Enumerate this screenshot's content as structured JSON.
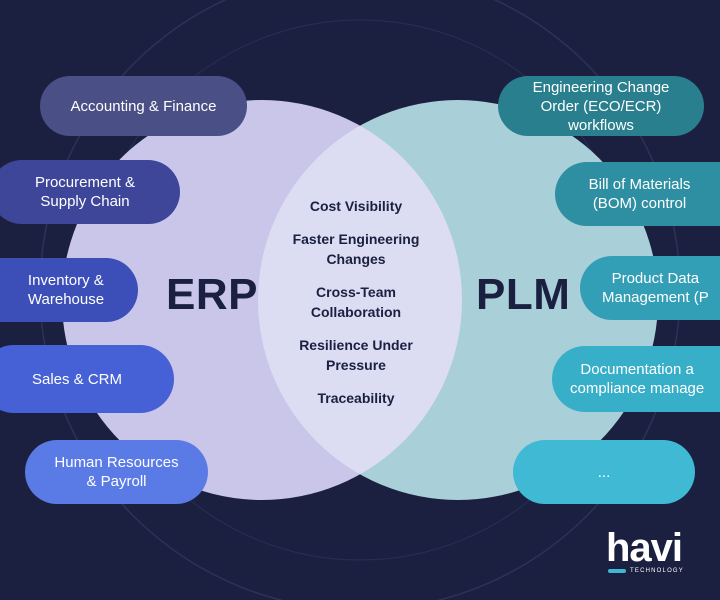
{
  "venn": {
    "left_label": "ERP",
    "right_label": "PLM",
    "colors": {
      "background": "#1b2040",
      "left_circle": "#c9c6ea",
      "right_circle": "#a9cfd8",
      "overlap": "#dcdcf3"
    }
  },
  "erp_modules": [
    {
      "lines": [
        "Accounting & Finance"
      ],
      "color": "#4a4f85"
    },
    {
      "lines": [
        "Procurement &",
        "Supply Chain"
      ],
      "color": "#3d4699"
    },
    {
      "lines": [
        "Inventory &",
        "Warehouse"
      ],
      "color": "#3c4fb8"
    },
    {
      "lines": [
        "Sales & CRM"
      ],
      "color": "#4660d6"
    },
    {
      "lines": [
        "Human Resources",
        "& Payroll"
      ],
      "color": "#5a7ae6"
    }
  ],
  "plm_modules": [
    {
      "lines": [
        "Engineering Change",
        "Order (ECO/ECR)",
        "workflows"
      ],
      "color": "#2a7f8e"
    },
    {
      "lines": [
        "Bill of Materials",
        "(BOM) control"
      ],
      "color": "#2e8fa3"
    },
    {
      "lines": [
        "Product Data",
        "Management (P"
      ],
      "color": "#329fb7"
    },
    {
      "lines": [
        "Documentation a",
        "compliance manage"
      ],
      "color": "#38afc8"
    },
    {
      "lines": [
        "..."
      ],
      "color": "#3fb9d4"
    }
  ],
  "shared_benefits": [
    {
      "lines": [
        "Cost Visibility"
      ]
    },
    {
      "lines": [
        "Faster Engineering",
        "Changes"
      ]
    },
    {
      "lines": [
        "Cross-Team",
        "Collaboration"
      ]
    },
    {
      "lines": [
        "Resilience Under",
        "Pressure"
      ]
    },
    {
      "lines": [
        "Traceability"
      ]
    }
  ],
  "brand": {
    "name": "havi",
    "subtitle": "TECHNOLOGY",
    "accent": "#3fb6d4"
  }
}
